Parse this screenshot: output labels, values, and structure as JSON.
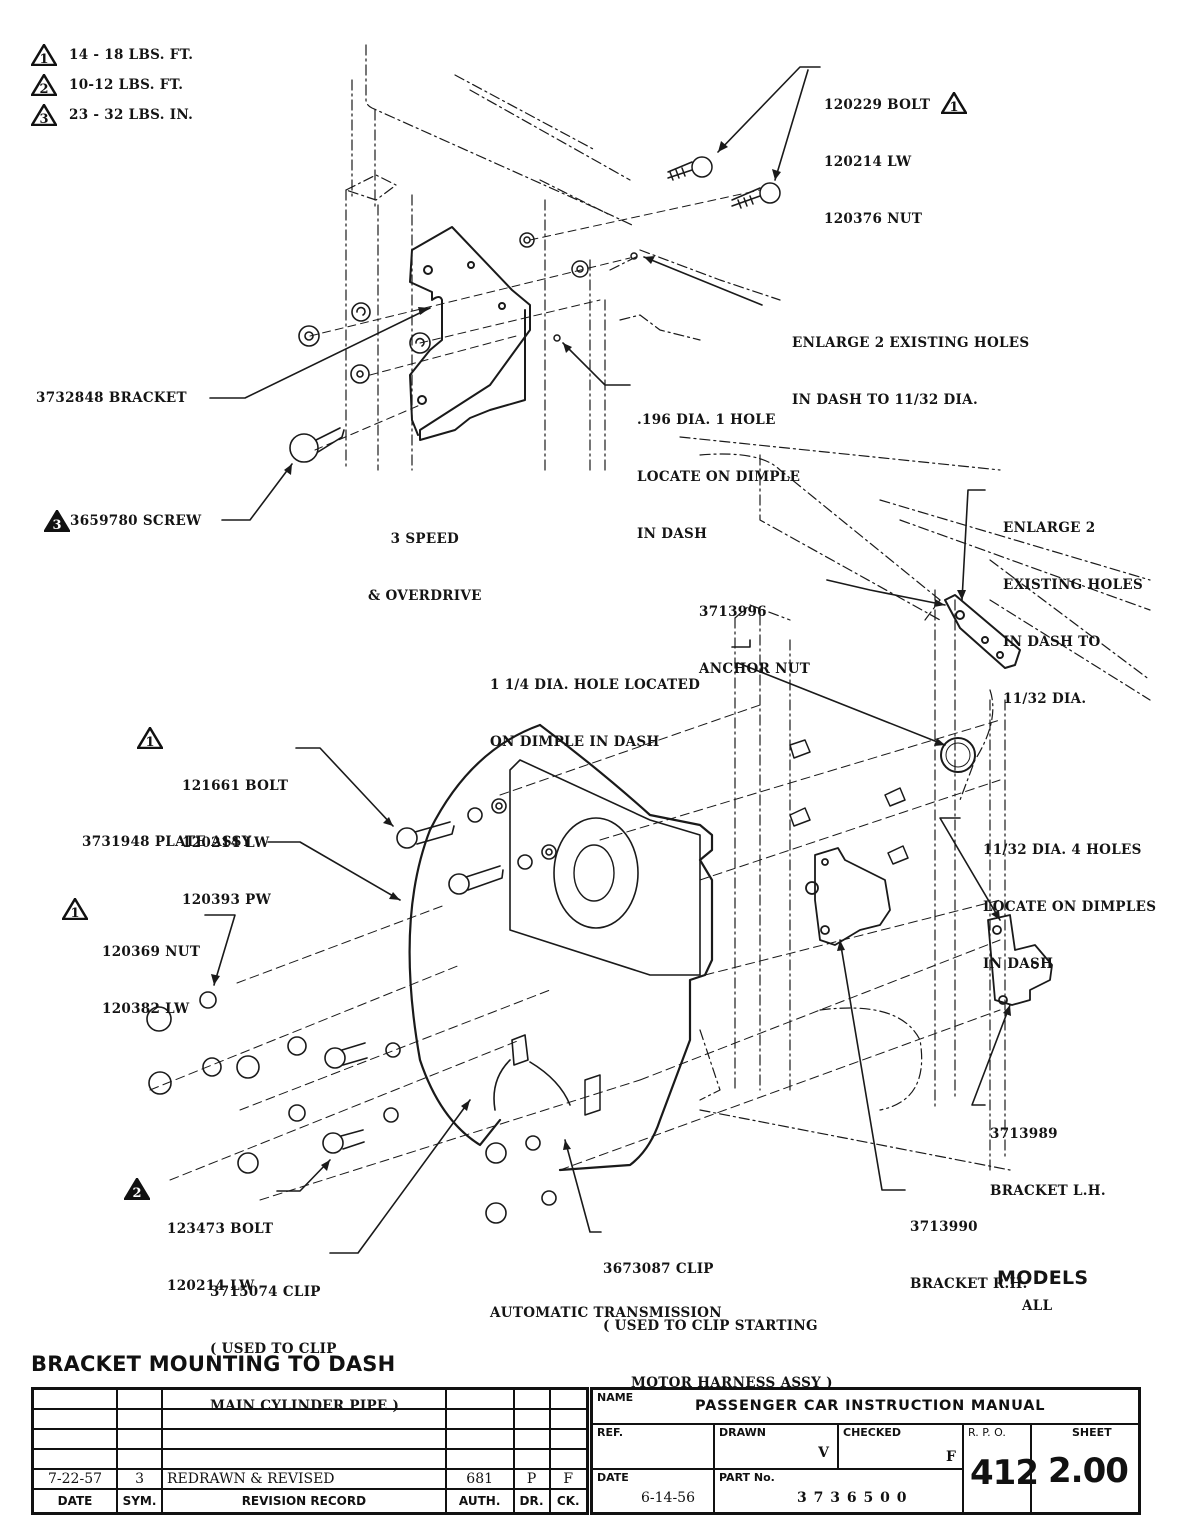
{
  "legend": [
    {
      "symbol": "1",
      "text": "14 - 18 LBS. FT."
    },
    {
      "symbol": "2",
      "text": "10-12 LBS. FT."
    },
    {
      "symbol": "3",
      "text": "23 - 32 LBS. IN."
    }
  ],
  "callouts": {
    "top_bolt": {
      "lines": [
        "120229 BOLT",
        "120214 LW",
        "120376 NUT"
      ],
      "torque_symbol": "1"
    },
    "enlarge_top": {
      "lines": [
        "ENLARGE 2 EXISTING HOLES",
        "IN DASH TO 11/32 DIA."
      ]
    },
    "hole_196": {
      "lines": [
        ".196 DIA. 1 HOLE",
        "LOCATE ON DIMPLE",
        "IN DASH"
      ]
    },
    "bracket": {
      "lines": [
        "3732848 BRACKET"
      ]
    },
    "screw": {
      "lines": [
        "3659780 SCREW"
      ],
      "torque_symbol": "3"
    },
    "section_3speed": {
      "lines": [
        "3 SPEED",
        "& OVERDRIVE"
      ]
    },
    "enlarge_right": {
      "lines": [
        "ENLARGE 2",
        "EXISTING HOLES",
        "IN DASH TO",
        "11/32 DIA."
      ]
    },
    "anchor_nut": {
      "lines": [
        "3713996",
        "ANCHOR NUT"
      ]
    },
    "hole_114": {
      "lines": [
        "1 1/4 DIA. HOLE LOCATED",
        "ON DIMPLE IN DASH"
      ]
    },
    "bolt_121661": {
      "lines": [
        "121661 BOLT",
        "120214 LW",
        "120393 PW"
      ],
      "torque_symbol": "1"
    },
    "plate_assy": {
      "lines": [
        "3731948 PLATE ASSY"
      ]
    },
    "nut_120369": {
      "lines": [
        "120369 NUT",
        "120382 LW"
      ],
      "torque_symbol": "1"
    },
    "holes_4": {
      "lines": [
        "11/32 DIA. 4 HOLES",
        "LOCATE ON DIMPLES",
        "IN DASH"
      ]
    },
    "bracket_lh": {
      "lines": [
        "3713989",
        "BRACKET L.H."
      ]
    },
    "bracket_rh": {
      "lines": [
        "3713990",
        "BRACKET R.H."
      ]
    },
    "bolt_123473": {
      "lines": [
        "123473 BOLT",
        "120214 LW"
      ],
      "torque_symbol": "2"
    },
    "clip_3715074": {
      "lines": [
        "3715074 CLIP",
        "( USED TO CLIP",
        "MAIN CYLINDER PIPE )"
      ]
    },
    "clip_3673087": {
      "lines": [
        "3673087 CLIP",
        "( USED TO CLIP STARTING",
        "MOTOR HARNESS ASSY )"
      ]
    },
    "section_auto": {
      "lines": [
        "AUTOMATIC TRANSMISSION"
      ]
    }
  },
  "models": {
    "heading": "MODELS",
    "value": "ALL"
  },
  "drawing_title": "BRACKET MOUNTING TO DASH",
  "revision_table": {
    "headers": [
      "DATE",
      "SYM.",
      "REVISION RECORD",
      "AUTH.",
      "DR.",
      "CK."
    ],
    "rows": [
      [
        "",
        "",
        "",
        "",
        "",
        ""
      ],
      [
        "",
        "",
        "",
        "",
        "",
        ""
      ],
      [
        "",
        "",
        "",
        "",
        "",
        ""
      ],
      [
        "",
        "",
        "",
        "",
        "",
        ""
      ],
      [
        "7-22-57",
        "3",
        "REDRAWN & REVISED",
        "681",
        "P",
        "F"
      ]
    ]
  },
  "title_block": {
    "name_caption": "NAME",
    "name_value": "PASSENGER CAR INSTRUCTION MANUAL",
    "ref_caption": "REF.",
    "ref_value": "",
    "drawn_caption": "DRAWN",
    "drawn_value": "V",
    "checked_caption": "CHECKED",
    "checked_value": "F",
    "rpo_caption": "R. P. O.",
    "rpo_value": "412",
    "sheet_caption": "SHEET",
    "sheet_value": "2.00",
    "date_caption": "DATE",
    "date_value": "6-14-56",
    "part_caption": "PART No.",
    "part_value": "3 7 3 6 5 0 0"
  }
}
